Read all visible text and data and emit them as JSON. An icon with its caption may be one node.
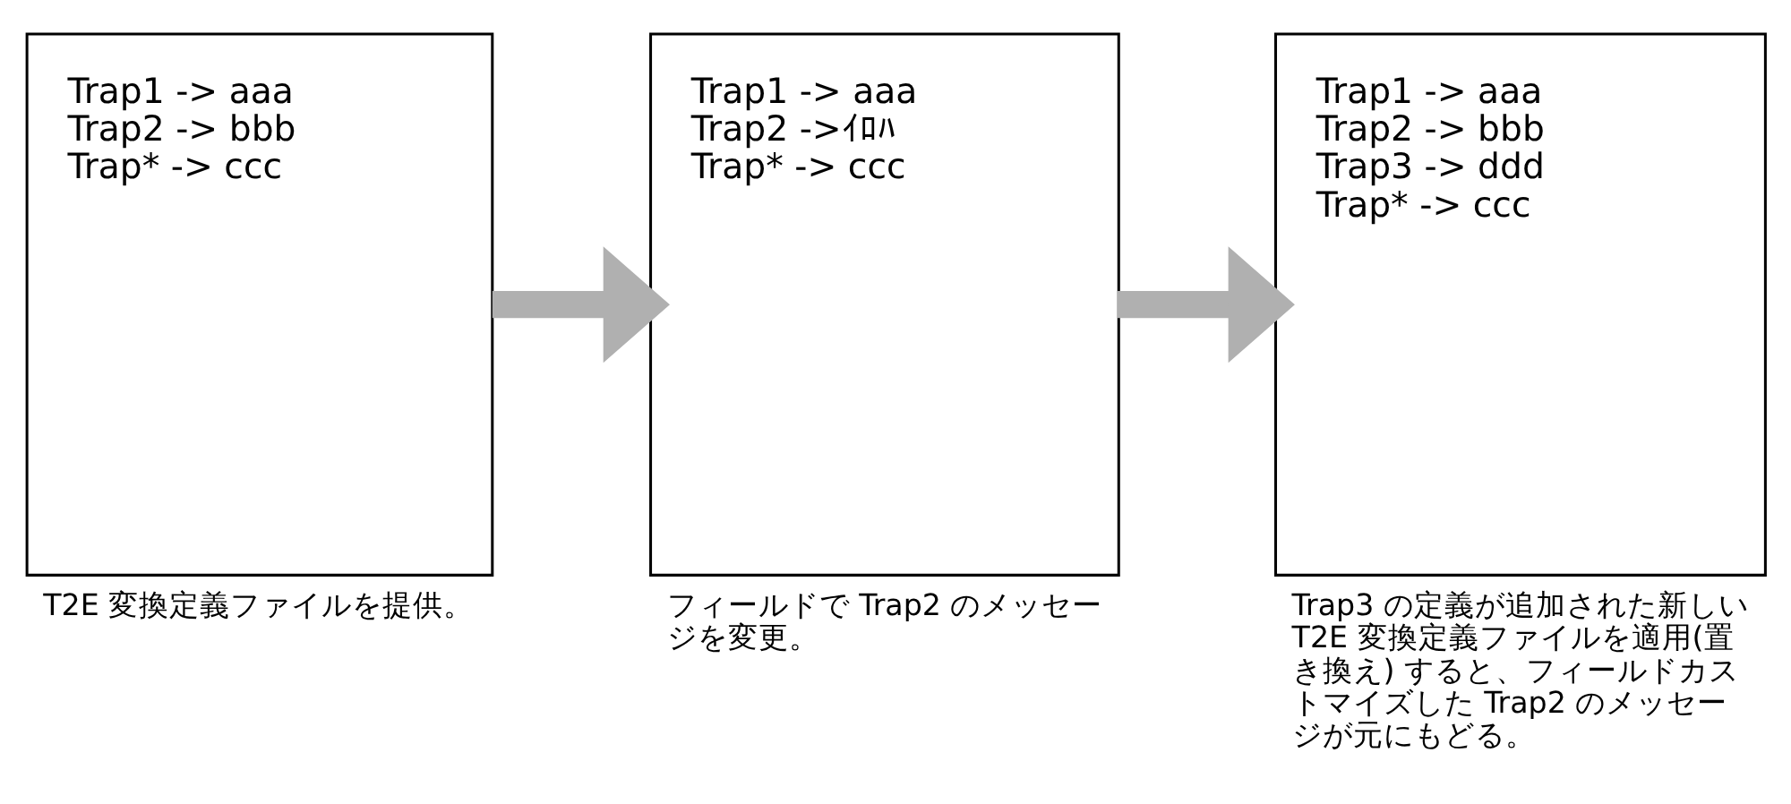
{
  "diagram": {
    "nodes": [
      {
        "text": [
          "Trap1 -> aaa",
          "Trap2 -> bbb",
          "Trap* -> ccc"
        ],
        "beside": [
          "T2E 変換定義ファイルを提供。"
        ]
      },
      {
        "text": [
          "Trap1 -> aaa",
          "Trap2 ->ｲﾛﾊ",
          "Trap* -> ccc"
        ],
        "beside": [
          "フィールドで Trap2 のメッセージを変更。"
        ]
      },
      {
        "text": [
          "Trap1 -> aaa",
          "Trap2 -> bbb",
          "Trap3 -> ddd",
          "Trap* -> ccc"
        ],
        "beside": [
          "Trap3 の定義が追加された新しい T2E 変換定義ファイルを適用(置き換え) すると、フィールドカストマイズした Trap2 のメッセージが元にもどる。"
        ]
      }
    ],
    "edges": [
      {
        "from": 0,
        "to": 1,
        "arrow": "to"
      },
      {
        "from": 1,
        "to": 2,
        "arrow": "to"
      }
    ]
  }
}
